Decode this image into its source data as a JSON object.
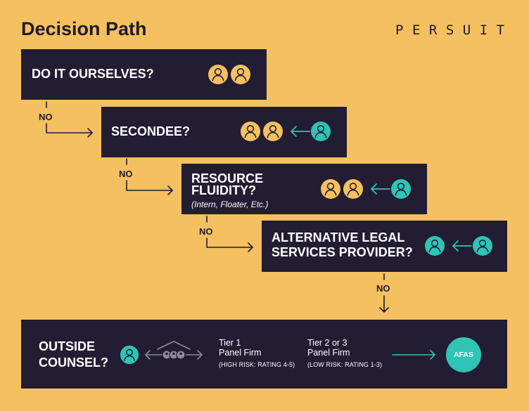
{
  "title": "Decision Path",
  "logo": "PERSUIT",
  "colors": {
    "background": "#f5c05f",
    "box": "#221d33",
    "internal_person": "#f5c05f",
    "external_person": "#2ec4b6",
    "arrow_dark": "#1f1a30",
    "arrow_teal": "#2ec4b6",
    "panel_icon": "#8d8a9a"
  },
  "steps": [
    {
      "label_line1": "DO IT OURSELVES?",
      "icons": [
        "person-icon",
        "person-icon"
      ]
    },
    {
      "label_line1": "SECONDEE?",
      "icons": [
        "person-icon",
        "person-icon",
        "incoming-arrow-icon",
        "external-person-icon"
      ]
    },
    {
      "label_line1": "RESOURCE",
      "label_line2": "FLUIDITY?",
      "note": "(Intern, Floater, Etc.)",
      "icons": [
        "person-icon",
        "person-icon",
        "incoming-arrow-icon",
        "external-person-icon"
      ]
    },
    {
      "label_line1": "ALTERNATIVE LEGAL",
      "label_line2": "SERVICES PROVIDER?",
      "icons": [
        "external-person-icon",
        "incoming-arrow-icon",
        "external-person-icon"
      ]
    }
  ],
  "no_labels": [
    "NO",
    "NO",
    "NO",
    "NO"
  ],
  "final": {
    "label_line1": "OUTSIDE",
    "label_line2": "COUNSEL?",
    "tier1": {
      "line1": "Tier 1",
      "line2": "Panel Firm",
      "note": "(HIGH RISK: RATING 4-5)"
    },
    "tier2": {
      "line1": "Tier 2 or 3",
      "line2": "Panel Firm",
      "note": "(LOW RISK: RATING 1-3)"
    },
    "badge": "AFAS"
  }
}
